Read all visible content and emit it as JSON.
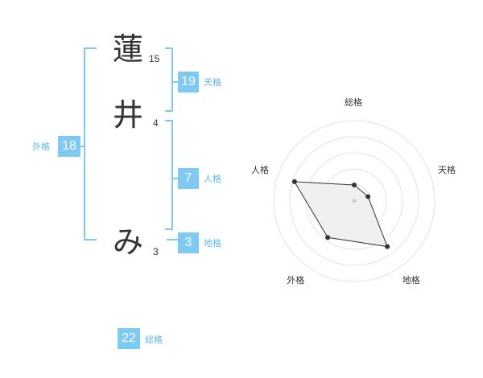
{
  "colors": {
    "accent": "#7fcaf5",
    "accent_text": "#5bb8ec",
    "text": "#333333",
    "grid": "#e2e2e2",
    "radar_fill": "#f0f0f0",
    "radar_line": "#333333"
  },
  "name": {
    "characters": [
      {
        "char": "蓮",
        "strokes": "15"
      },
      {
        "char": "井",
        "strokes": "4"
      },
      {
        "char": "み",
        "strokes": "3"
      }
    ]
  },
  "grades": {
    "tenkaku": {
      "value": "19",
      "label": "天格"
    },
    "jinkaku": {
      "value": "7",
      "label": "人格"
    },
    "chikaku": {
      "value": "3",
      "label": "地格"
    },
    "gaikaku": {
      "value": "18",
      "label": "外格"
    },
    "soukaku": {
      "value": "22",
      "label": "総格"
    }
  },
  "chart_data": {
    "type": "radar",
    "axes": [
      "総格",
      "天格",
      "地格",
      "外格",
      "人格"
    ],
    "max": 5,
    "rings": 5,
    "values": [
      1.0,
      0.9,
      3.5,
      2.8,
      3.9
    ]
  }
}
